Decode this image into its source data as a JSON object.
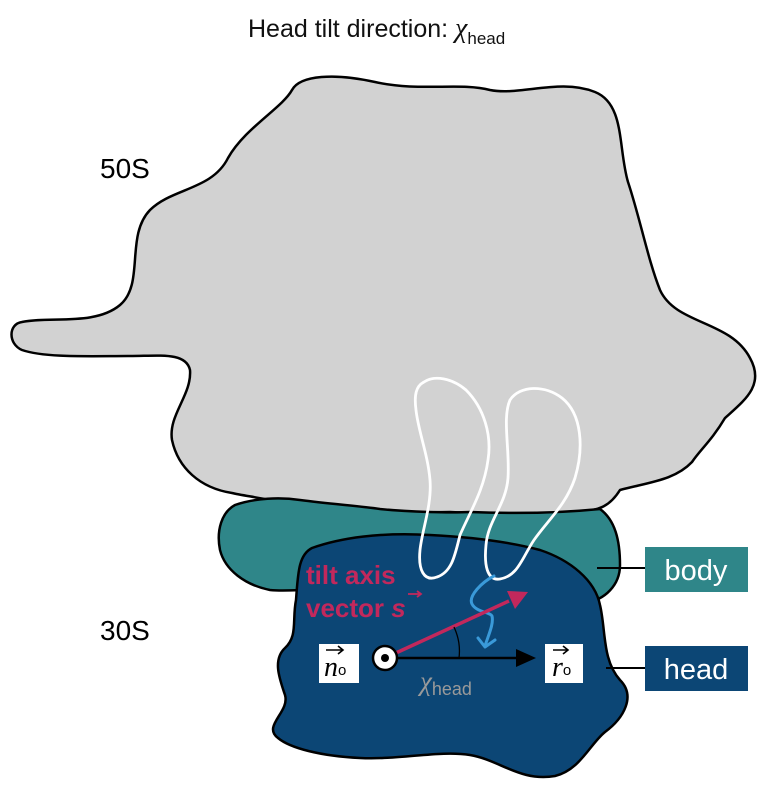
{
  "title": {
    "prefix": "Head tilt direction: ",
    "chi": "χ",
    "sub": "head"
  },
  "labels": {
    "subunit_large": "50S",
    "subunit_small": "30S",
    "body": "body",
    "head": "head",
    "tilt_axis_line1": "tilt axis",
    "tilt_axis_line2": "vector ",
    "tilt_axis_symbol": "s",
    "n0_base": "n",
    "n0_sub": "o",
    "r0_base": "r",
    "r0_sub": "o",
    "angle_chi": "χ",
    "angle_sub": "head"
  },
  "colors": {
    "ribosome_50s_fill": "#d2d2d2",
    "body_fill": "#2f8689",
    "head_fill": "#0c4675",
    "tilt_vector": "#c2285c",
    "rotation_arrow": "#3a9ad9",
    "outline": "#000000",
    "trna_outline": "#ffffff",
    "angle_label": "#9a9a9a"
  }
}
